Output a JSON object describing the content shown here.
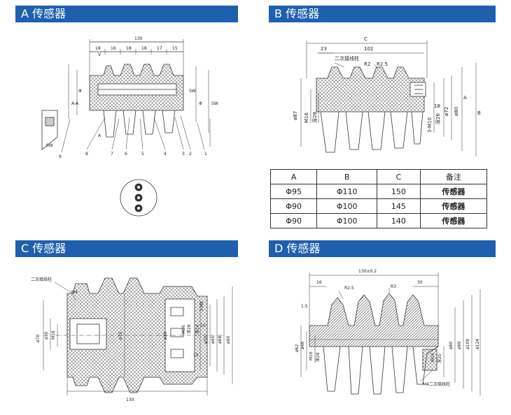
{
  "headers": {
    "a": "A 传感器",
    "b": "B 传感器",
    "c": "C 传感器",
    "d": "D 传感器"
  },
  "table": {
    "columns": [
      "A",
      "B",
      "C",
      "备注"
    ],
    "rows": [
      [
        "Φ95",
        "Φ110",
        "150",
        "传感器"
      ],
      [
        "Φ90",
        "Φ100",
        "145",
        "传感器"
      ],
      [
        "Φ90",
        "Φ100",
        "140",
        "传感器"
      ]
    ]
  },
  "a": {
    "dim_total": "130",
    "dims_top": [
      "18",
      "16",
      "18",
      "18",
      "17",
      "15"
    ],
    "side_marks": [
      "V",
      "A"
    ],
    "part_numbers": [
      "8",
      "7",
      "6",
      "5",
      "4",
      "3",
      "2",
      "1",
      "9"
    ],
    "small_labels": [
      "SW",
      "A-A",
      "Φ",
      "SW",
      "Φ",
      "SW"
    ]
  },
  "b": {
    "dim_c": "C",
    "dim_102": "102",
    "dim_23": "23",
    "terminal_label": "二次接线柱",
    "r2": "R2",
    "r25": "R2.5",
    "left_dims": [
      "ø87",
      "M16",
      "深28"
    ],
    "right_dims": [
      "3-M10",
      "深26",
      "ø72",
      "ø80"
    ],
    "dim_18": "18",
    "dim_a": "A",
    "dim_b": "B"
  },
  "c": {
    "terminal_label": "二次接线柱",
    "m4": "M4",
    "left_dims": [
      "ø70",
      "ø30",
      "M16"
    ],
    "center_dim": "ø75",
    "inner_dims": [
      "ø30",
      "M16",
      "深28"
    ],
    "right_dims": [
      "3-M8",
      "深16",
      "ø70",
      "ø45",
      "ø68",
      "ø90"
    ],
    "dim_10": "10",
    "dim_15": "15",
    "dim_130": "130"
  },
  "d": {
    "dim_total": "130±0.2",
    "dim_16": "16",
    "r25": "R2.5",
    "r3": "R3",
    "dim_30": "30",
    "dim_15": "1.5",
    "left_dims": [
      "ø62",
      "ø46",
      "M16",
      "深28"
    ],
    "right_dims": [
      "M16",
      "深20",
      "ø80",
      "ø99",
      "ø109",
      "ø124"
    ],
    "terminal_label": "M4二次接线柱"
  }
}
